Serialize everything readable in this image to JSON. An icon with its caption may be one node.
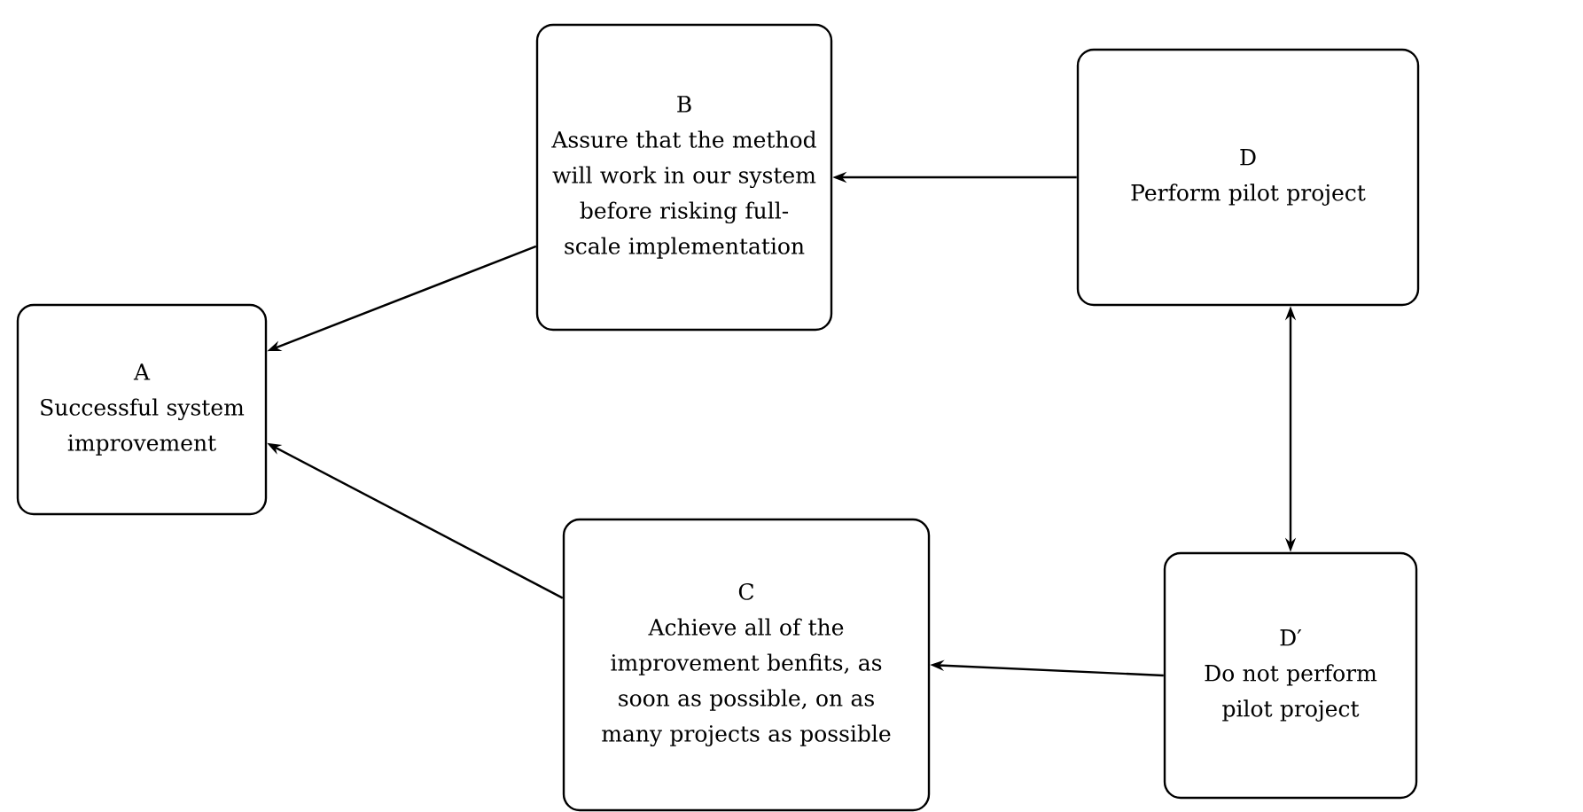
{
  "diagram": {
    "nodes": [
      {
        "text": [
          "A",
          "Successful system improvement"
        ]
      },
      {
        "text": [
          "B",
          "Assure that the method will work in our system before risking full-scale implementation"
        ]
      },
      {
        "text": [
          "C",
          "Achieve all of the improvement benfits, as soon as possible, on as many projects as possible"
        ]
      },
      {
        "text": [
          "D",
          "Perform pilot project"
        ]
      },
      {
        "text": [
          "D′",
          "Do not perform pilot project"
        ]
      }
    ],
    "edges": [
      {
        "from": 1,
        "to": 0,
        "arrow": "to"
      },
      {
        "from": 2,
        "to": 0,
        "arrow": "to"
      },
      {
        "from": 3,
        "to": 1,
        "arrow": "to"
      },
      {
        "from": 3,
        "to": 4,
        "arrow": "both"
      },
      {
        "from": 4,
        "to": 2,
        "arrow": "to"
      }
    ]
  }
}
